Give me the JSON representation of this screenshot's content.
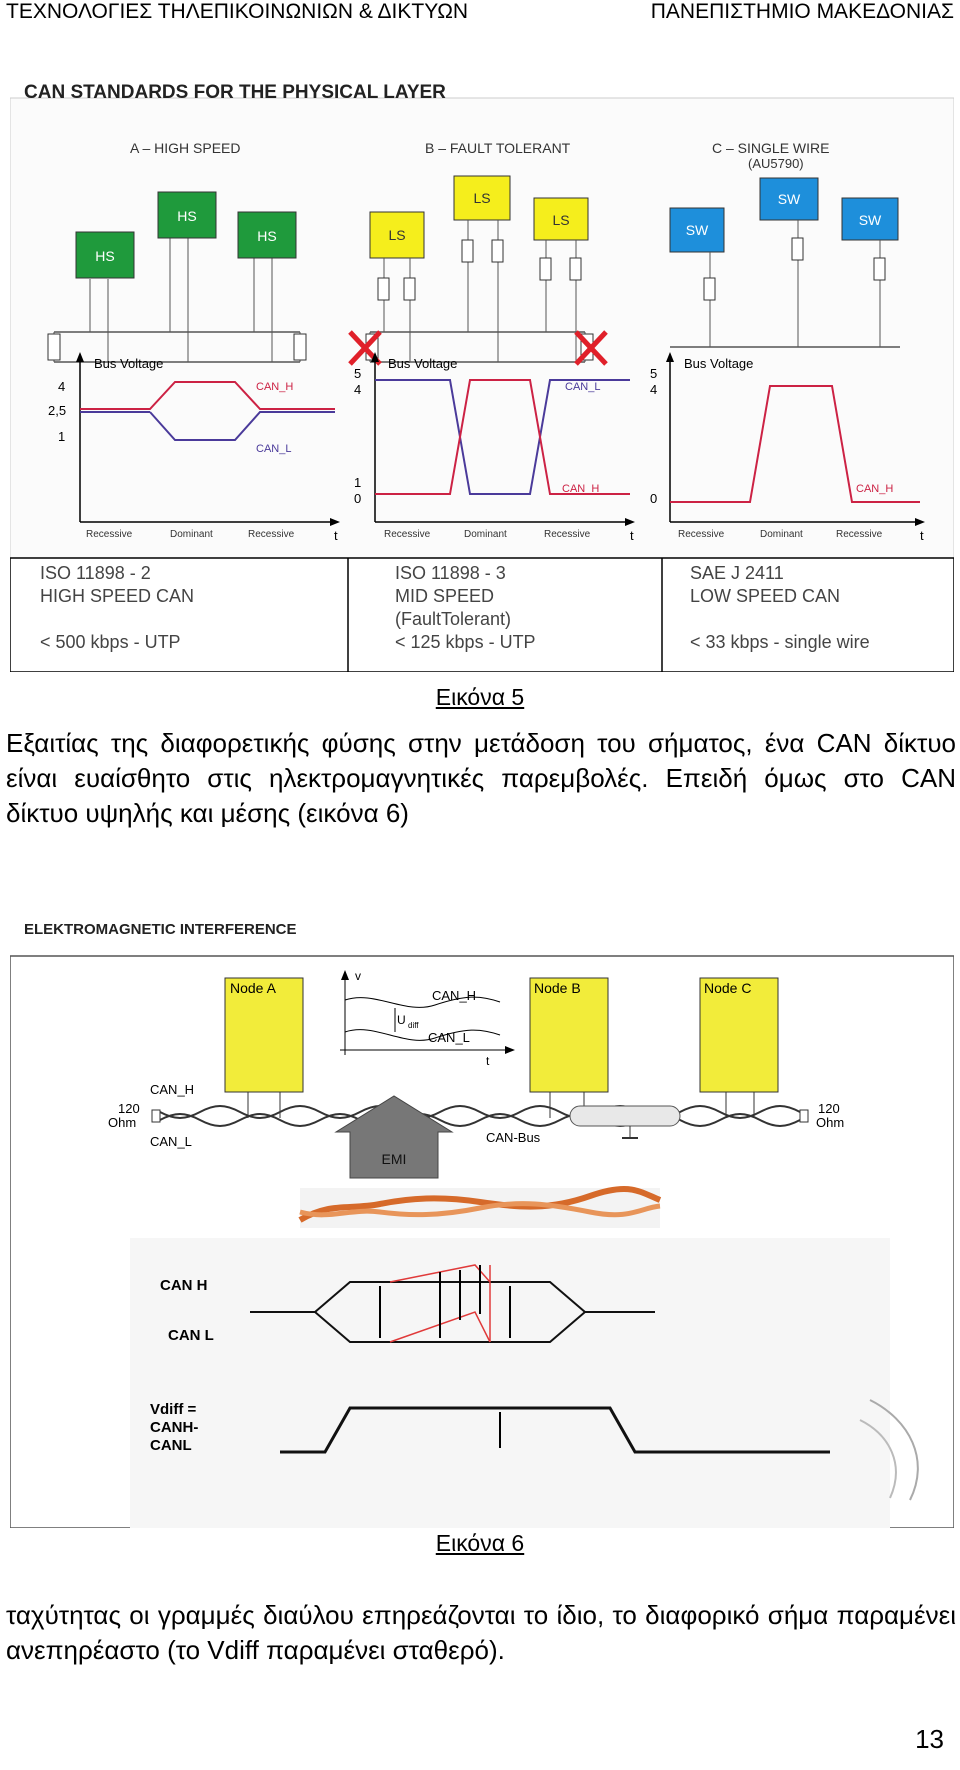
{
  "header": {
    "left": "ΤΕΧΝΟΛΟΓΙΕΣ ΤΗΛΕΠΙΚΟΙΝΩΝΙΩΝ & ΔΙΚΤΥΩΝ",
    "right": "ΠΑΝΕΠΙΣΤΗΜΙΟ ΜΑΚΕΔΟΝΙΑΣ"
  },
  "figure5": {
    "title": "CAN STANDARDS FOR THE PHYSICAL LAYER",
    "sections": [
      {
        "name": "A – HIGH SPEED",
        "node": "HS",
        "name2": "",
        "std": "ISO 11898 - 2",
        "line2": "HIGH SPEED CAN",
        "line3": "",
        "rate": "<  500  kbps   - UTP",
        "ticks": [
          "4",
          "2,5",
          "1"
        ],
        "sig1": "CAN_H",
        "sig2": "CAN_L"
      },
      {
        "name": "B – FAULT TOLERANT",
        "node": "LS",
        "name2": "",
        "std": "ISO 11898 - 3",
        "line2": "MID SPEED",
        "line3": "(FaultTolerant)",
        "rate": "< 125 kbps   - UTP",
        "ticks": [
          "5",
          "4",
          "1",
          "0"
        ],
        "sig1": "CAN_L",
        "sig2": "CAN_H"
      },
      {
        "name": "C – SINGLE WIRE",
        "node": "SW",
        "name2": "(AU5790)",
        "std": "SAE J 2411",
        "line2": "LOW SPEED  CAN",
        "line3": "",
        "rate": "< 33 kbps - single wire",
        "ticks": [
          "5",
          "4",
          "0"
        ],
        "sig1": "",
        "sig2": "CAN_H"
      }
    ],
    "axis_y": "Bus Voltage",
    "axis_x": "t",
    "phases": [
      "Recessive",
      "Dominant",
      "Recessive"
    ],
    "caption": "Εικόνα 5"
  },
  "paragraph1": "Εξαιτίας της διαφορετικής φύσης στην μετάδοση του σήματος, ένα CAN δίκτυο είναι ευαίσθητο στις ηλεκτρομαγνητικές παρεμβολές. Επειδή όμως στο CAN δίκτυο υψηλής και μέσης (εικόνα 6)",
  "figure6": {
    "title": "ELEKTROMAGNETIC INTERFERENCE",
    "nodes": [
      "Node A",
      "Node B",
      "Node C"
    ],
    "v": "v",
    "t": "t",
    "udiff": "U",
    "udiff_sub": "diff",
    "can_h": "CAN_H",
    "can_l": "CAN_L",
    "term_left": "120",
    "term_right": "120",
    "ohm": "Ohm",
    "emi": "EMI",
    "bus": "CAN-Bus",
    "lower_can_h": "CAN H",
    "lower_can_l": "CAN L",
    "vdiff1": "Vdiff =",
    "vdiff2": "CANH-",
    "vdiff3": "CANL",
    "caption": "Εικόνα 6"
  },
  "paragraph2": "ταχύτητας οι γραμμές διαύλου επηρεάζονται το ίδιο, το διαφορικό σήμα παραμένει ανεπηρέαστο (το Vdiff παραμένει σταθερό).",
  "page_number": "13",
  "colors": {
    "hs": "#1f9a3c",
    "ls": "#f5ee1c",
    "sw": "#1e8fdb",
    "can_h_line": "#cc2244",
    "can_l_line": "#4a3a9a",
    "node_yellow": "#f2ec3a",
    "emi_grey": "#777777"
  }
}
